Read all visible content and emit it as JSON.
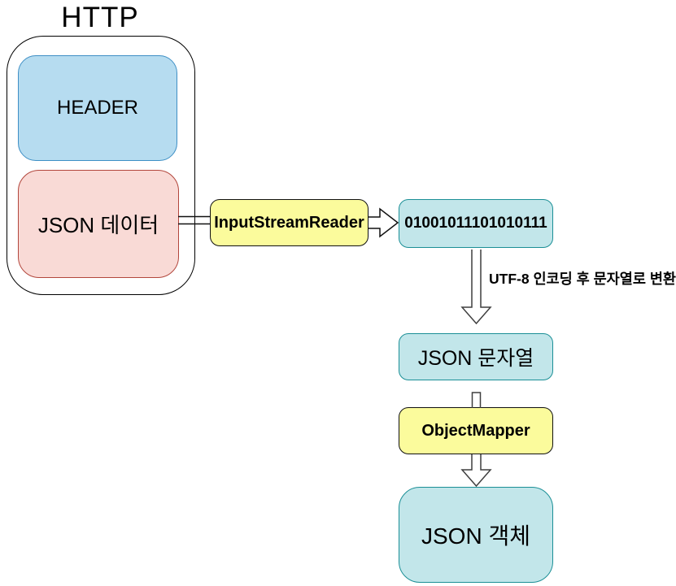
{
  "title": "HTTP",
  "http_packet": {
    "header_label": "HEADER",
    "body_label": "JSON 데이터"
  },
  "pipeline": {
    "reader_label": "InputStreamReader",
    "binary_value": "01001011101010111",
    "utf8_note": "UTF-8 인코딩 후 문자열로 변환",
    "json_string_label": "JSON 문자열",
    "mapper_label": "ObjectMapper",
    "json_object_label": "JSON 객체"
  },
  "colors": {
    "header_fill": "#B6DCF0",
    "header_border": "#3E8FC5",
    "body_fill": "#F9DAD6",
    "body_border": "#B2463C",
    "process_fill": "#FBFB9C",
    "process_border": "#111111",
    "data_fill": "#C2E6EA",
    "data_border": "#1B8F96",
    "arrow_stroke": "#3F3F3F",
    "connector_stroke": "#111111"
  }
}
